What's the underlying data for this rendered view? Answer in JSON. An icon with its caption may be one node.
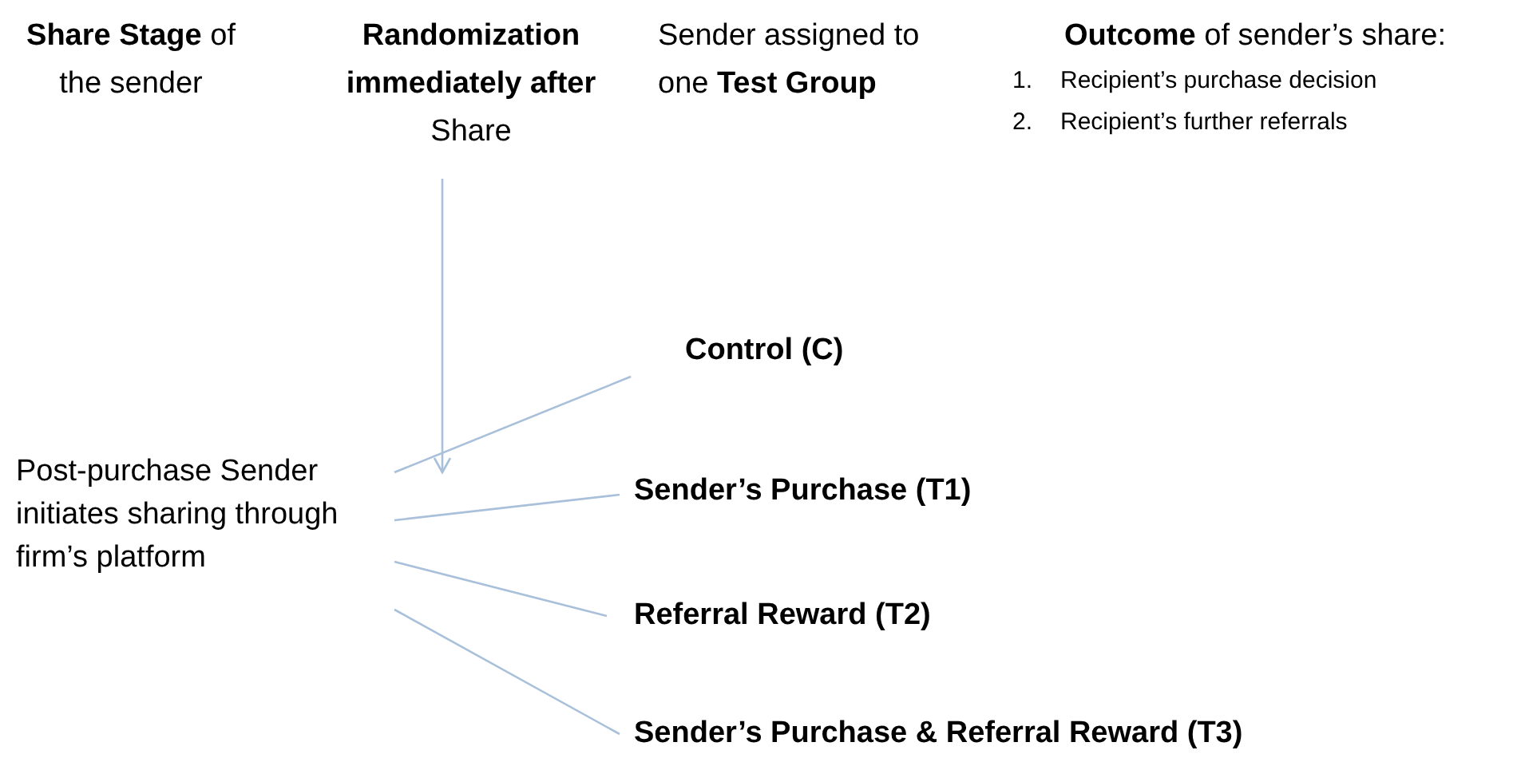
{
  "diagram": {
    "nodes": [
      {
        "text": [
          "Post-purchase Sender initiates sharing through firm’s platform"
        ]
      },
      {
        "text": [
          "Control  (C)"
        ]
      },
      {
        "text": [
          "Sender’s Purchase (T1)"
        ]
      },
      {
        "text": [
          "Referral Reward (T2)"
        ]
      },
      {
        "text": [
          "Sender’s Purchase & Referral Reward (T3)"
        ]
      },
      {
        "text": [
          "**Randomization immediately after** Share"
        ]
      }
    ],
    "edges": [
      {
        "from": 5,
        "to": null,
        "arrow": "to"
      },
      {
        "from": 0,
        "to": 1,
        "arrow": "none"
      },
      {
        "from": 0,
        "to": 2,
        "arrow": "none"
      },
      {
        "from": 0,
        "to": 3,
        "arrow": "none"
      },
      {
        "from": 0,
        "to": 4,
        "arrow": "none"
      }
    ],
    "labels": [
      "**Share Stage** of the sender",
      "Sender assigned to one **Test Group**",
      "**Outcome** of sender’s share:",
      "1.",
      "Recipient’s purchase decision",
      "2.",
      "Recipient’s further referrals"
    ]
  }
}
